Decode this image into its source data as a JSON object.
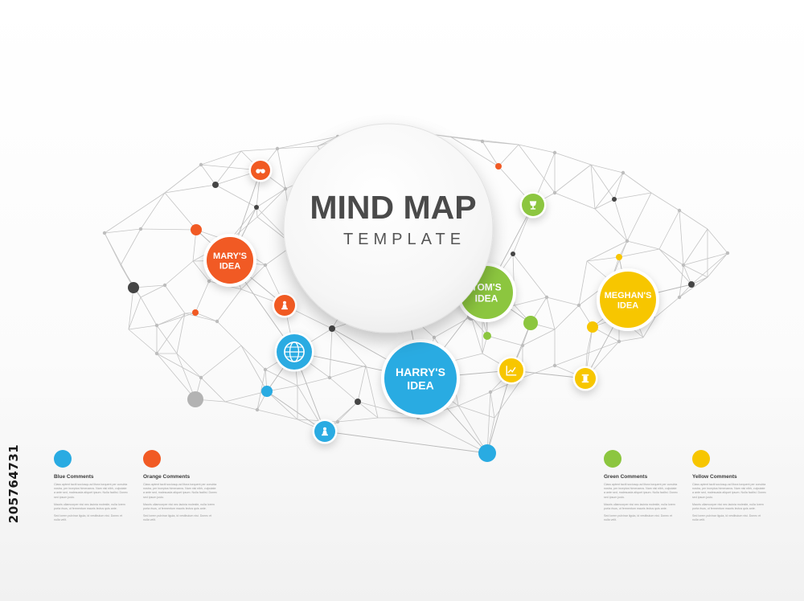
{
  "title": {
    "line1": "MIND MAP",
    "line2": "TEMPLATE"
  },
  "colors": {
    "blue": "#29abe2",
    "orange": "#f15a24",
    "green": "#8cc63f",
    "yellow": "#f7c600",
    "dark": "#454545",
    "line": "#c4c4c4"
  },
  "ideas": [
    {
      "name": "marys-idea",
      "lines": [
        "MARY'S",
        "IDEA"
      ],
      "color": "orange"
    },
    {
      "name": "toms-idea",
      "lines": [
        "TOM'S",
        "IDEA"
      ],
      "color": "green"
    },
    {
      "name": "meghans-idea",
      "lines": [
        "MEGHAN'S",
        "IDEA"
      ],
      "color": "yellow"
    },
    {
      "name": "harrys-idea",
      "lines": [
        "HARRY'S",
        "IDEA"
      ],
      "color": "blue"
    }
  ],
  "icon_nodes": [
    {
      "name": "binoculars-icon",
      "color": "orange"
    },
    {
      "name": "trophy-icon",
      "color": "green"
    },
    {
      "name": "chess-pawn-icon",
      "color": "orange"
    },
    {
      "name": "globe-icon",
      "color": "blue"
    },
    {
      "name": "growth-chart-icon",
      "color": "yellow"
    },
    {
      "name": "column-icon",
      "color": "yellow"
    },
    {
      "name": "chess-pawn-icon",
      "color": "blue"
    }
  ],
  "legend": [
    {
      "name": "blue",
      "title": "Blue Comments",
      "color": "#29abe2",
      "paragraphs": [
        "Class aptent taciti sociosqu ad litora torquent per conubia nostra, per inceptos himenaeos. Nam nisi nibh, vulputate a ante sed, malesuada aliquet ipsum. Nulla facilisi. Donec sed ipsum justo.",
        "Mauris ullamcorper nisi nec lacinia molestie, nulla lorem porta risus, ut fermentum mauris lectus quis ante.",
        "Sed lorem pulvinar ligula, id vestibulum nisi. Donec et nulla velit."
      ]
    },
    {
      "name": "orange",
      "title": "Orange Comments",
      "color": "#f15a24",
      "paragraphs": [
        "Class aptent taciti sociosqu ad litora torquent per conubia nostra, per inceptos himenaeos. Nam nisi nibh, vulputate a ante sed, malesuada aliquet ipsum. Nulla facilisi. Donec sed ipsum justo.",
        "Mauris ullamcorper nisi nec lacinia molestie, nulla lorem porta risus, ut fermentum mauris lectus quis ante.",
        "Sed lorem pulvinar ligula, id vestibulum nisi. Donec et nulla velit."
      ]
    },
    {
      "name": "green",
      "title": "Green Comments",
      "color": "#8cc63f",
      "paragraphs": [
        "Class aptent taciti sociosqu ad litora torquent per conubia nostra, per inceptos himenaeos. Nam nisi nibh, vulputate a ante sed, malesuada aliquet ipsum. Nulla facilisi. Donec sed ipsum justo.",
        "Mauris ullamcorper nisi nec lacinia molestie, nulla lorem porta risus, ut fermentum mauris lectus quis ante.",
        "Sed lorem pulvinar ligula, id vestibulum nisi. Donec et nulla velit."
      ]
    },
    {
      "name": "yellow",
      "title": "Yellow Comments",
      "color": "#f7c600",
      "paragraphs": [
        "Class aptent taciti sociosqu ad litora torquent per conubia nostra, per inceptos himenaeos. Nam nisi nibh, vulputate a ante sed, malesuada aliquet ipsum. Nulla facilisi. Donec sed ipsum justo.",
        "Mauris ullamcorper nisi nec lacinia molestie, nulla lorem porta risus, ut fermentum mauris lectus quis ante.",
        "Sed lorem pulvinar ligula, id vestibulum nisi. Donec et nulla velit."
      ]
    }
  ],
  "stock_id": "205764731"
}
